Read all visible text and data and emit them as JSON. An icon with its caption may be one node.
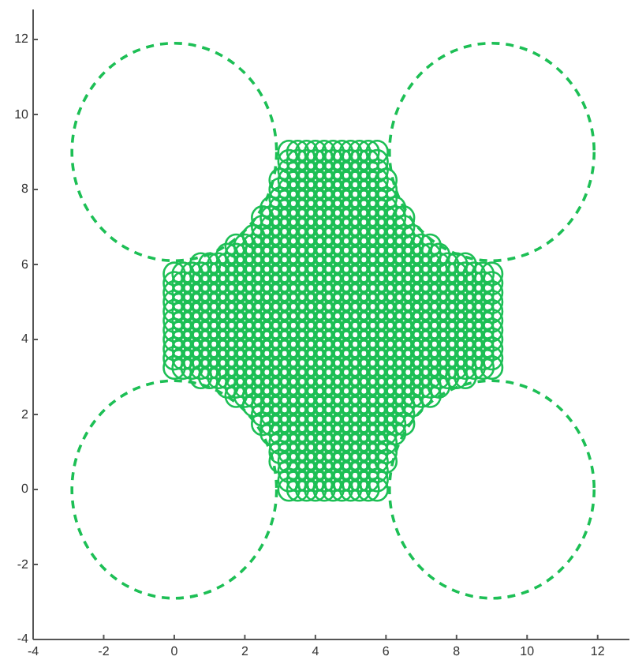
{
  "diagram": {
    "labels": [
      "12",
      "10",
      "8",
      "6",
      "4",
      "2",
      "0",
      "-2",
      "-4",
      "-4",
      "-2",
      "0",
      "2",
      "4",
      "6",
      "8",
      "10",
      "12"
    ]
  }
}
